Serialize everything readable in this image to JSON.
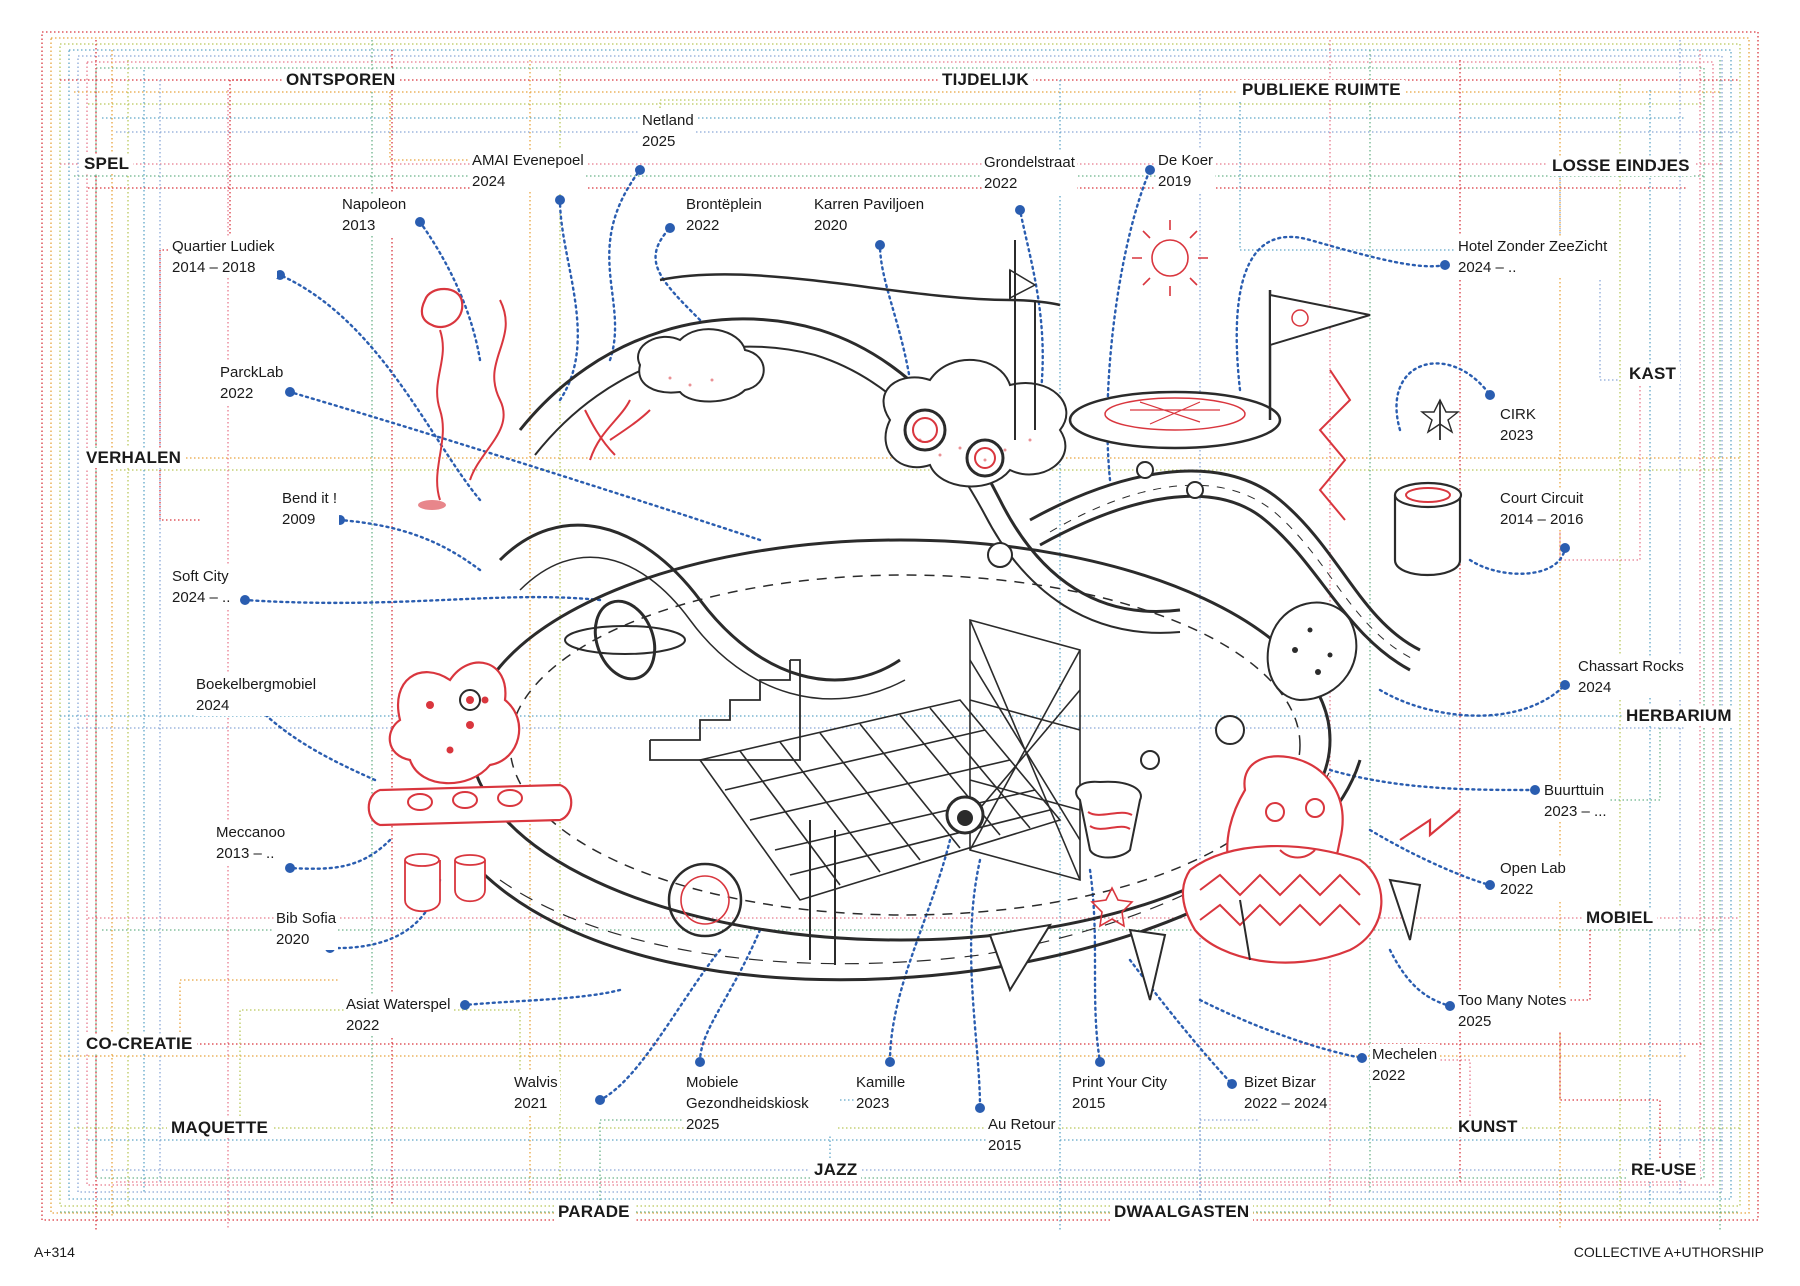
{
  "colors": {
    "red": "#d9363e",
    "blue": "#2a5db0",
    "ink": "#2b2b2b",
    "lines": [
      "#d9363e",
      "#e8a33d",
      "#b9c85a",
      "#5fa6c8",
      "#8aa8d8",
      "#e87b8e",
      "#6bb38a"
    ]
  },
  "keywords": [
    {
      "id": "ontsporen",
      "label": "ONTSPOREN"
    },
    {
      "id": "tijdelijk",
      "label": "TIJDELIJK"
    },
    {
      "id": "publieke-ruimte",
      "label": "PUBLIEKE RUIMTE"
    },
    {
      "id": "spel",
      "label": "SPEL"
    },
    {
      "id": "losse-eindjes",
      "label": "LOSSE EINDJES"
    },
    {
      "id": "kast",
      "label": "KAST"
    },
    {
      "id": "verhalen",
      "label": "VERHALEN"
    },
    {
      "id": "herbarium",
      "label": "HERBARIUM"
    },
    {
      "id": "mobiel",
      "label": "MOBIEL"
    },
    {
      "id": "co-creatie",
      "label": "CO-CREATIE"
    },
    {
      "id": "maquette",
      "label": "MAQUETTE"
    },
    {
      "id": "kunst",
      "label": "KUNST"
    },
    {
      "id": "jazz",
      "label": "JAZZ"
    },
    {
      "id": "re-use",
      "label": "RE-USE"
    },
    {
      "id": "parade",
      "label": "PARADE"
    },
    {
      "id": "dwaalgasten",
      "label": "DWAALGASTEN"
    }
  ],
  "projects": [
    {
      "id": "netland",
      "name": "Netland",
      "year": "2025"
    },
    {
      "id": "amai",
      "name": "AMAI Evenepoel",
      "year": "2024"
    },
    {
      "id": "napoleon",
      "name": "Napoleon",
      "year": "2013"
    },
    {
      "id": "brontexplein",
      "name": "Brontëplein",
      "year": "2022"
    },
    {
      "id": "karren",
      "name": "Karren Paviljoen",
      "year": "2020"
    },
    {
      "id": "grondelstraat",
      "name": "Grondelstraat",
      "year": "2022"
    },
    {
      "id": "dekoer",
      "name": "De Koer",
      "year": "2019"
    },
    {
      "id": "quartier",
      "name": "Quartier Ludiek",
      "year": "2014 – 2018"
    },
    {
      "id": "hotel",
      "name": "Hotel Zonder ZeeZicht",
      "year": "2024 – .."
    },
    {
      "id": "parcklab",
      "name": "ParckLab",
      "year": "2022"
    },
    {
      "id": "cirk",
      "name": "CIRK",
      "year": "2023"
    },
    {
      "id": "bendit",
      "name": "Bend it !",
      "year": "2009"
    },
    {
      "id": "court",
      "name": "Court Circuit",
      "year": "2014 – 2016"
    },
    {
      "id": "softcity",
      "name": "Soft City",
      "year": "2024 – .."
    },
    {
      "id": "chassart",
      "name": "Chassart Rocks",
      "year": "2024"
    },
    {
      "id": "boekelberg",
      "name": "Boekelbergmobiel",
      "year": "2024"
    },
    {
      "id": "buurttuin",
      "name": "Buurttuin",
      "year": "2023 – ..."
    },
    {
      "id": "meccanoo",
      "name": "Meccanoo",
      "year": "2013 – .."
    },
    {
      "id": "openlab",
      "name": "Open Lab",
      "year": "2022"
    },
    {
      "id": "bibsofia",
      "name": "Bib Sofia",
      "year": "2020"
    },
    {
      "id": "asiat",
      "name": "Asiat Waterspel",
      "year": "2022"
    },
    {
      "id": "toomany",
      "name": "Too Many Notes",
      "year": "2025"
    },
    {
      "id": "mechelen",
      "name": "Mechelen",
      "year": "2022"
    },
    {
      "id": "walvis",
      "name": "Walvis",
      "year": "2021"
    },
    {
      "id": "mobiele",
      "name": "Mobiele Gezondheidskiosk",
      "year": "2025"
    },
    {
      "id": "kamille",
      "name": "Kamille",
      "year": "2023"
    },
    {
      "id": "printyourcity",
      "name": "Print Your City",
      "year": "2015"
    },
    {
      "id": "bizet",
      "name": "Bizet Bizar",
      "year": "2022 – 2024"
    },
    {
      "id": "auretour",
      "name": "Au Retour",
      "year": "2015"
    }
  ],
  "footer": {
    "left": "A+314",
    "right": "COLLECTIVE A+UTHORSHIP"
  },
  "illustration": {
    "icon": "hand-drawn-playground-illustration-icon"
  }
}
